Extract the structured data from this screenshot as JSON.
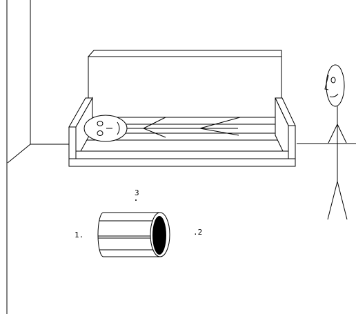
{
  "points": {
    "p1": "1.",
    "p2": ".2",
    "p3": "3"
  },
  "colors": {
    "stroke": "#000000",
    "background": "#ffffff",
    "wall_line": "#888888",
    "drum_end": "#000000"
  }
}
